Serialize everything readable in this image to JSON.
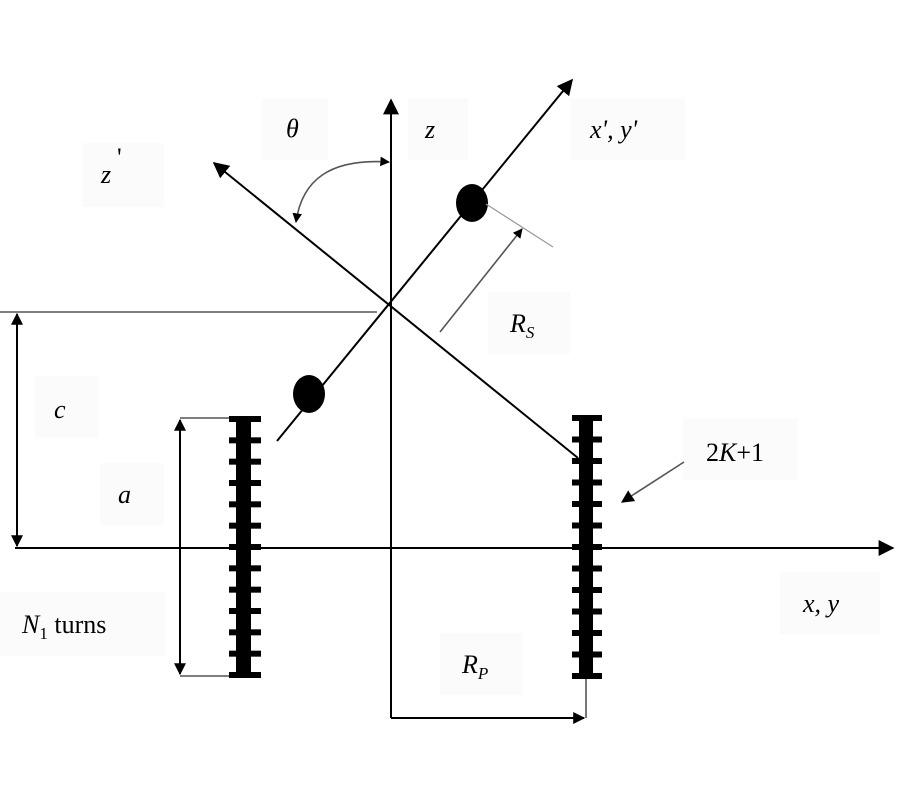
{
  "figure": {
    "description": "Coil geometry diagram: primary coil of radius R_P, rotated secondary coil at angle theta",
    "labels": {
      "theta": "θ",
      "z": "z",
      "z_prime": "z",
      "z_prime_mark": "'",
      "x_prime_y_prime": "x', y'",
      "r_s_main": "R",
      "r_s_sub": "S",
      "c": "c",
      "a": "a",
      "n1_main": "N",
      "n1_sub": "1",
      "n1_suffix": " turns",
      "two_k_plus_one": "2K+1",
      "x_y": "x, y",
      "r_p_main": "R",
      "r_p_sub": "P"
    },
    "coil_turn_count_drawn": 13,
    "line_color": "#000000",
    "guide_color": "#555555"
  }
}
